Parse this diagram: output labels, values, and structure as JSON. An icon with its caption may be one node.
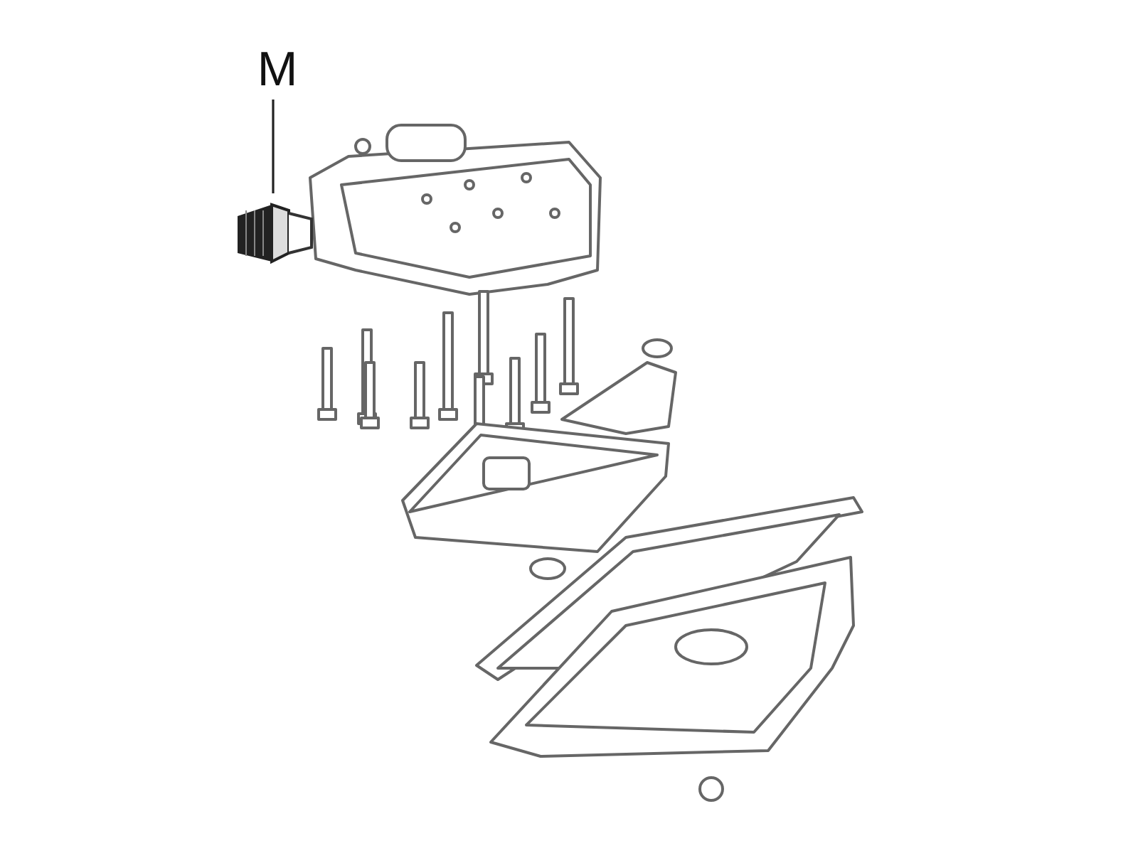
{
  "diagram": {
    "nodes": [
      {
        "text": [
          "M"
        ]
      },
      {
        "text": [],
        "shape": "picture"
      }
    ],
    "edges": [
      {
        "from": 0,
        "to": 1,
        "arrow": "none"
      }
    ]
  }
}
